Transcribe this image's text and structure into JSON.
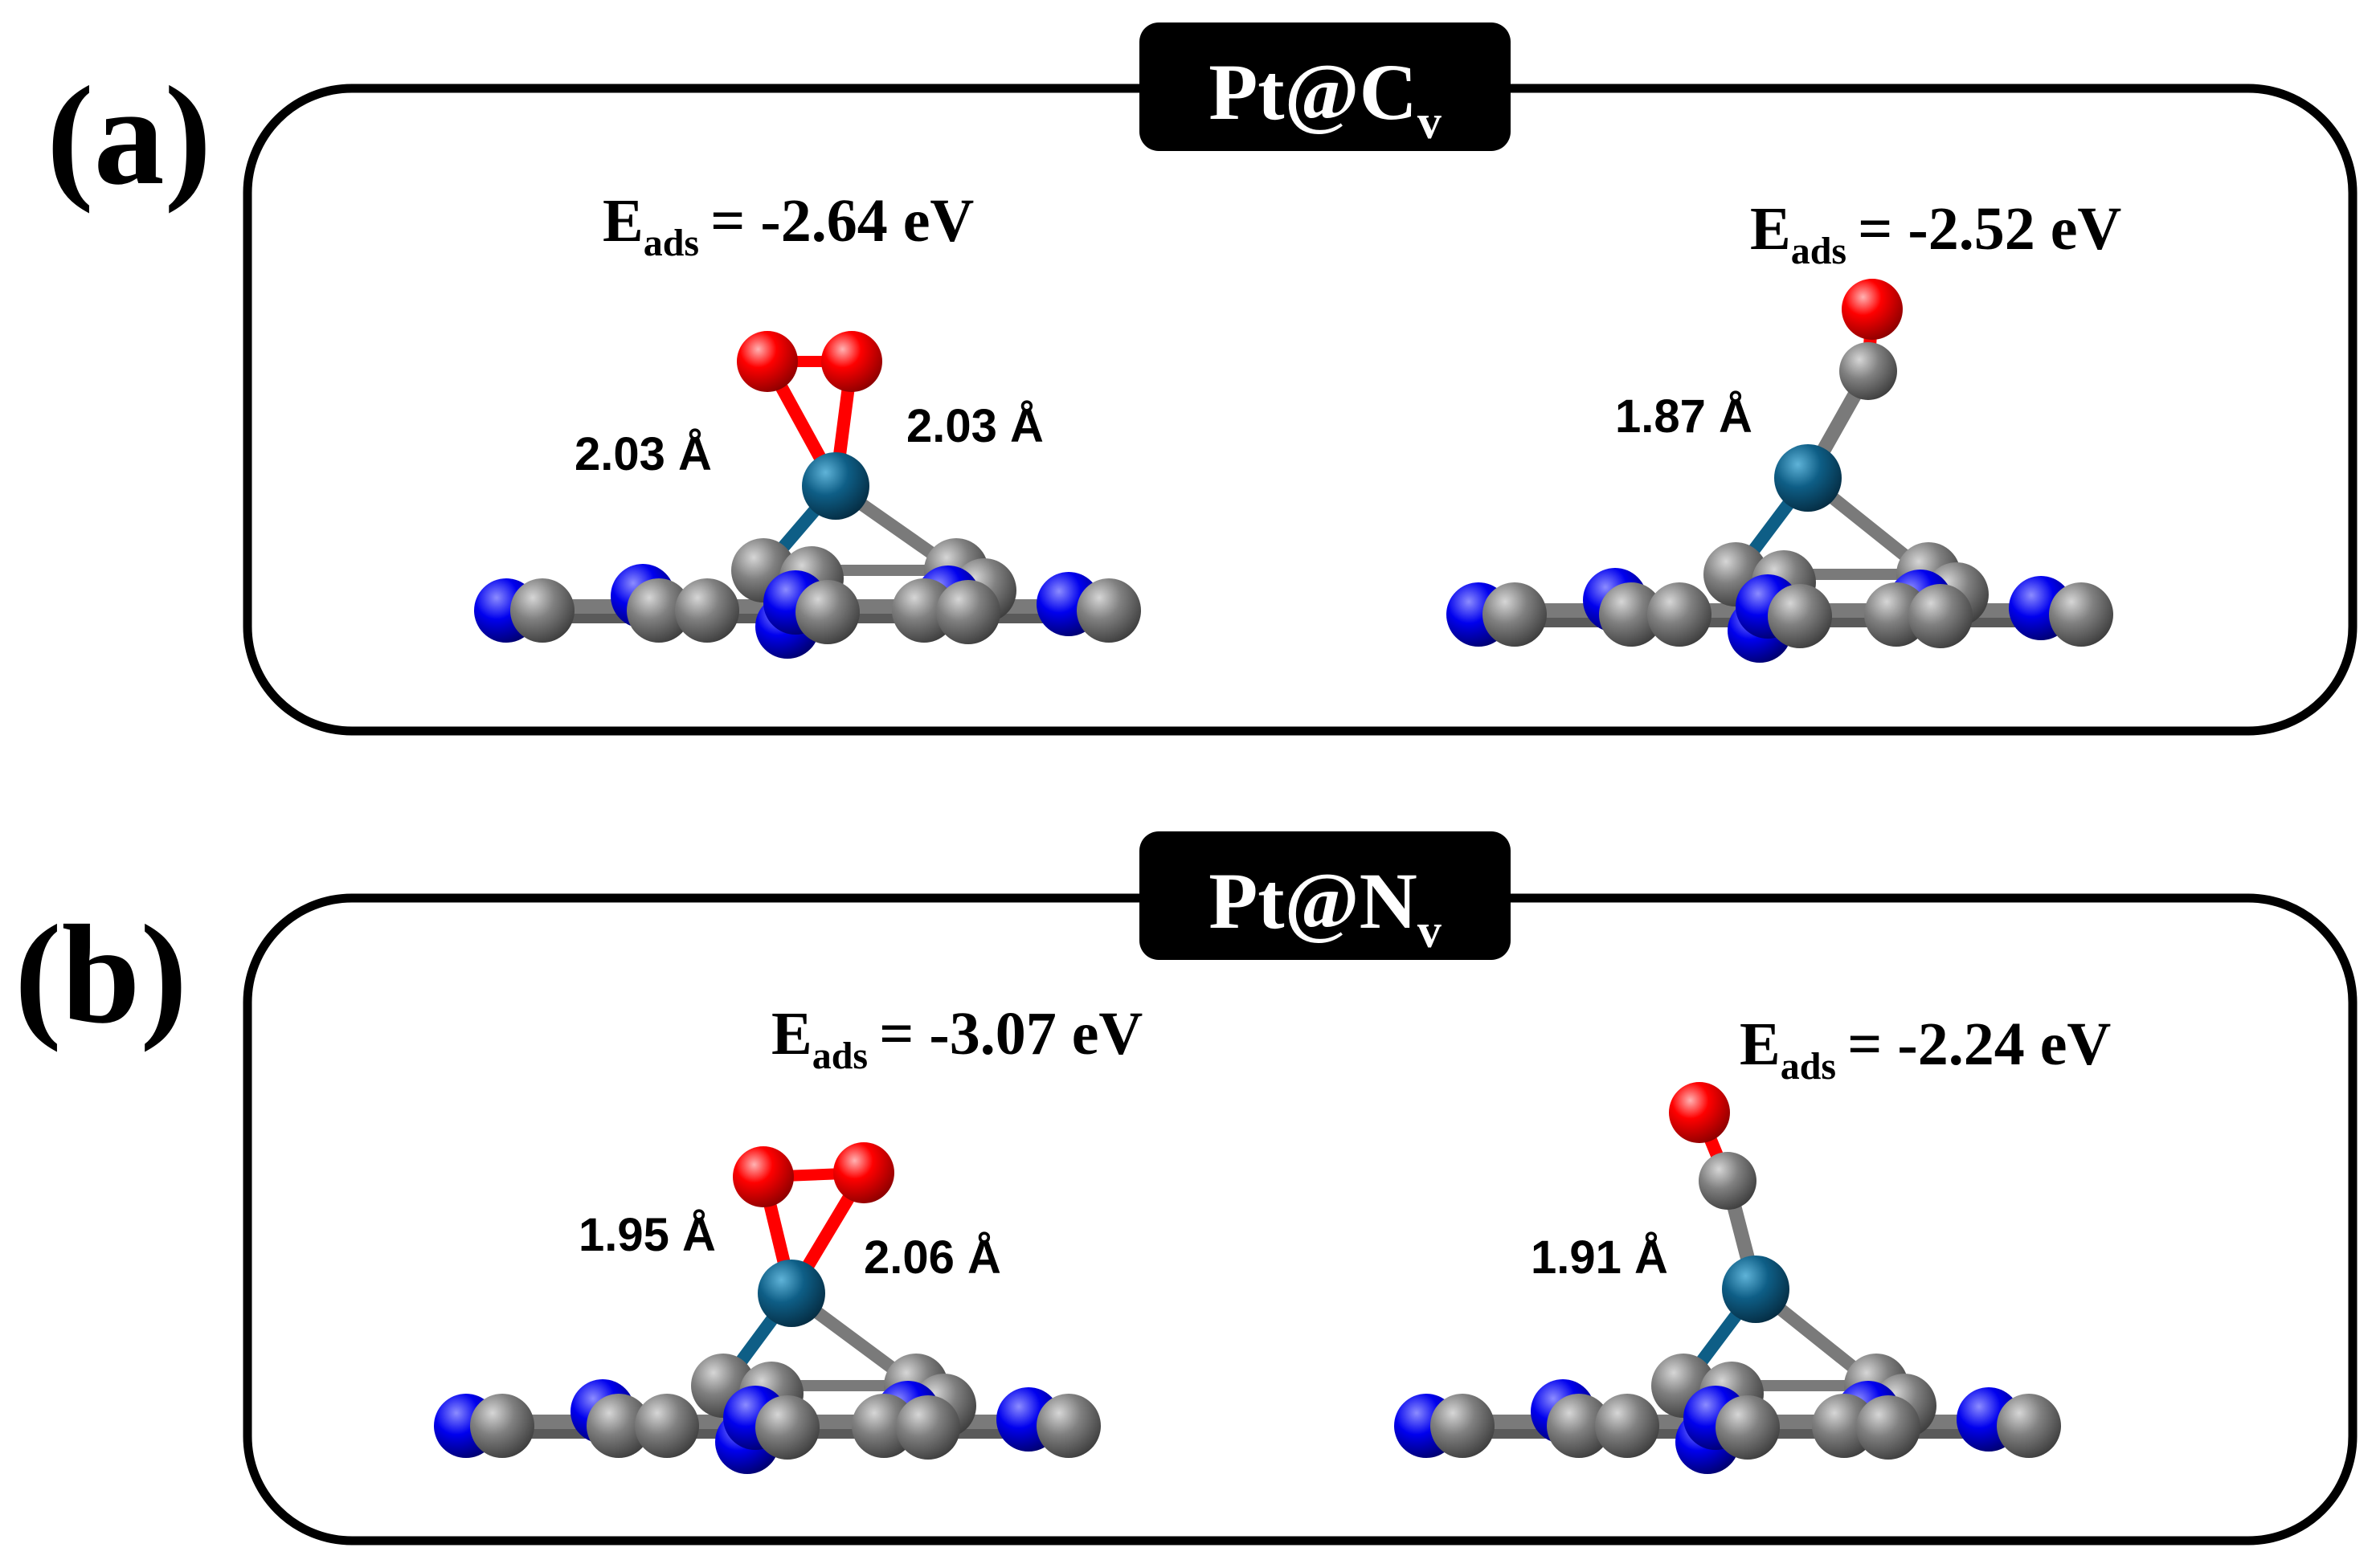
{
  "panels": [
    {
      "label": "(a)",
      "tag": {
        "main": "Pt@C",
        "sub": "v"
      },
      "structures": [
        {
          "adsorbate": "O2",
          "energy": {
            "symbol": "E",
            "sub": "ads",
            "value": "= -2.64 eV"
          },
          "bond_labels": [
            "2.03 Å",
            "2.03 Å"
          ]
        },
        {
          "adsorbate": "CO",
          "energy": {
            "symbol": "E",
            "sub": "ads",
            "value": "= -2.52 eV"
          },
          "bond_labels": [
            "1.87 Å"
          ]
        }
      ]
    },
    {
      "label": "(b)",
      "tag": {
        "main": "Pt@N",
        "sub": "v"
      },
      "structures": [
        {
          "adsorbate": "O2",
          "energy": {
            "symbol": "E",
            "sub": "ads",
            "value": "= -3.07 eV"
          },
          "bond_labels": [
            "1.95 Å",
            "2.06 Å"
          ]
        },
        {
          "adsorbate": "CO",
          "energy": {
            "symbol": "E",
            "sub": "ads",
            "value": "= -2.24 eV"
          },
          "bond_labels": [
            "1.91 Å"
          ]
        }
      ]
    }
  ],
  "atom_colors": {
    "Pt": "#0e5e86",
    "O": "#ff0000",
    "C": "#808080",
    "N": "#0000ee"
  }
}
